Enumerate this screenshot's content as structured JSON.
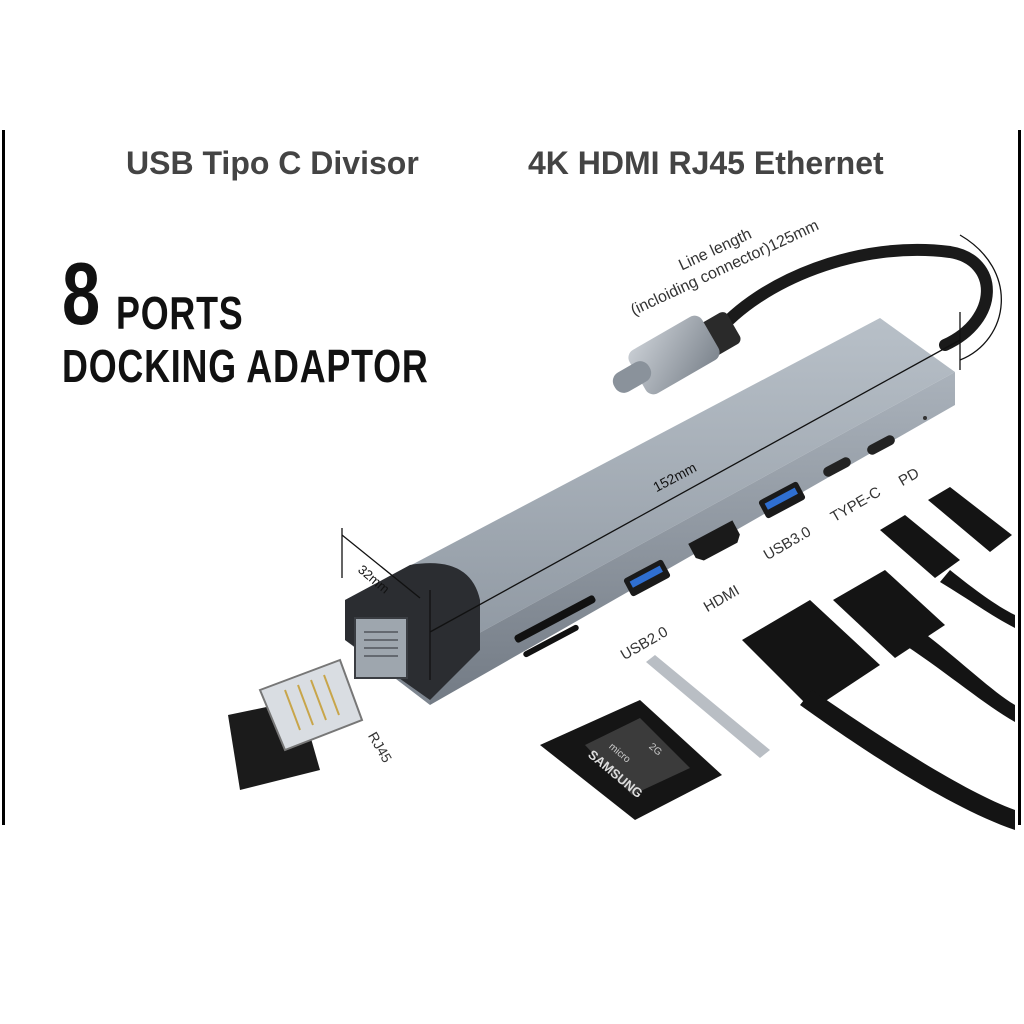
{
  "header": {
    "left_title": "USB Tipo C Divisor",
    "right_title": "4K HDMI RJ45 Ethernet"
  },
  "headline": {
    "number": "8",
    "ports": "PORTS",
    "subtitle": "DOCKING ADAPTOR"
  },
  "dimensions": {
    "line_length_1": "Line length",
    "line_length_2": "(incloiding connector)125mm",
    "length": "152mm",
    "width": "32mm"
  },
  "port_labels": {
    "rj45": "RJ45",
    "usb20": "USB2.0",
    "hdmi": "HDMI",
    "usb30": "USB3.0",
    "typec": "TYPE-C",
    "pd": "PD"
  },
  "sd_card": {
    "brand": "SAMSUNG",
    "type": "micro",
    "capacity": "2G"
  },
  "colors": {
    "body": "#9aa3ad",
    "body_dark": "#6f7781",
    "port_black": "#111111",
    "usb3_blue": "#2f6fd1"
  }
}
